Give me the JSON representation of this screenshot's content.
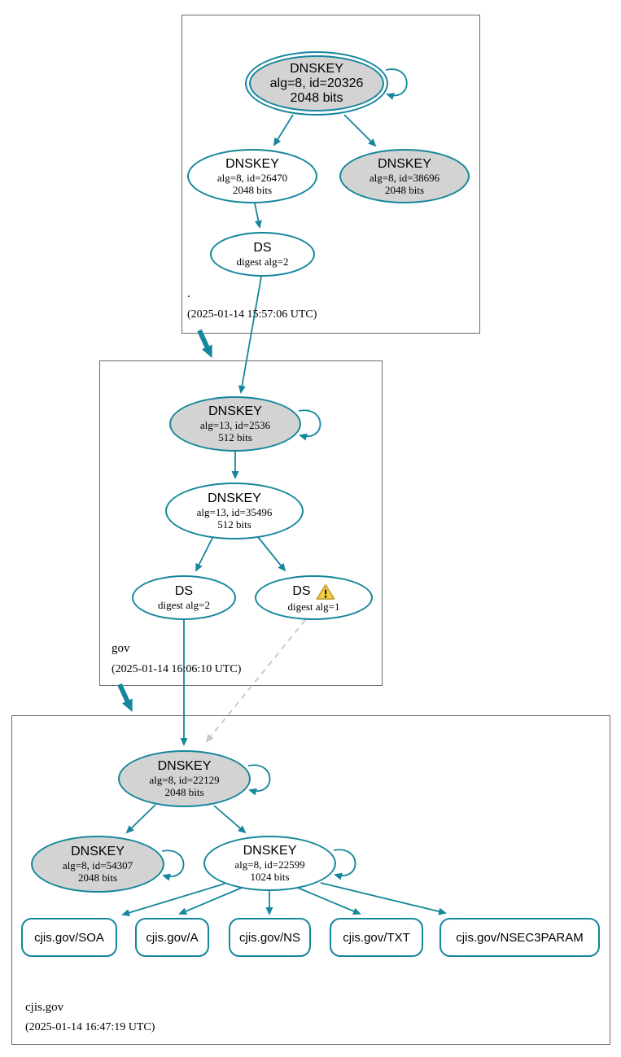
{
  "diagram": "DNSSEC authentication chain (dnsviz-style graph)",
  "colors": {
    "edge_teal": "#15869c",
    "node_gray_fill": "#d3d3d3",
    "node_white_fill": "#ffffff",
    "insecure_dashed_gray": "#c6c6c6",
    "zone_box_border": "#6b6b6b",
    "warning_yellow": "#f7d13d",
    "warning_border": "#c9a63b"
  },
  "zones": {
    "root": {
      "label": ".",
      "timestamp": "(2025-01-14 15:57:06 UTC)"
    },
    "gov": {
      "label": "gov",
      "timestamp": "(2025-01-14 16:06:10 UTC)"
    },
    "cjis_gov": {
      "label": "cjis.gov",
      "timestamp": "(2025-01-14 16:47:19 UTC)"
    }
  },
  "nodes": {
    "dnskey_20326": {
      "title": "DNSKEY",
      "detail1": "alg=8, id=20326",
      "detail2": "2048 bits"
    },
    "dnskey_26470": {
      "title": "DNSKEY",
      "detail1": "alg=8, id=26470",
      "detail2": "2048 bits"
    },
    "dnskey_38696": {
      "title": "DNSKEY",
      "detail1": "alg=8, id=38696",
      "detail2": "2048 bits"
    },
    "ds_root": {
      "title": "DS",
      "detail1": "digest alg=2"
    },
    "dnskey_2536": {
      "title": "DNSKEY",
      "detail1": "alg=13, id=2536",
      "detail2": "512 bits"
    },
    "dnskey_35496": {
      "title": "DNSKEY",
      "detail1": "alg=13, id=35496",
      "detail2": "512 bits"
    },
    "ds_gov_alg2": {
      "title": "DS",
      "detail1": "digest alg=2"
    },
    "ds_gov_alg1": {
      "title": "DS",
      "detail1": "digest alg=1",
      "warning": "warning"
    },
    "dnskey_22129": {
      "title": "DNSKEY",
      "detail1": "alg=8, id=22129",
      "detail2": "2048 bits"
    },
    "dnskey_54307": {
      "title": "DNSKEY",
      "detail1": "alg=8, id=54307",
      "detail2": "2048 bits"
    },
    "dnskey_22599": {
      "title": "DNSKEY",
      "detail1": "alg=8, id=22599",
      "detail2": "1024 bits"
    }
  },
  "rrsets": {
    "soa": "cjis.gov/SOA",
    "a": "cjis.gov/A",
    "ns": "cjis.gov/NS",
    "txt": "cjis.gov/TXT",
    "nsec3param": "cjis.gov/NSEC3PARAM"
  }
}
